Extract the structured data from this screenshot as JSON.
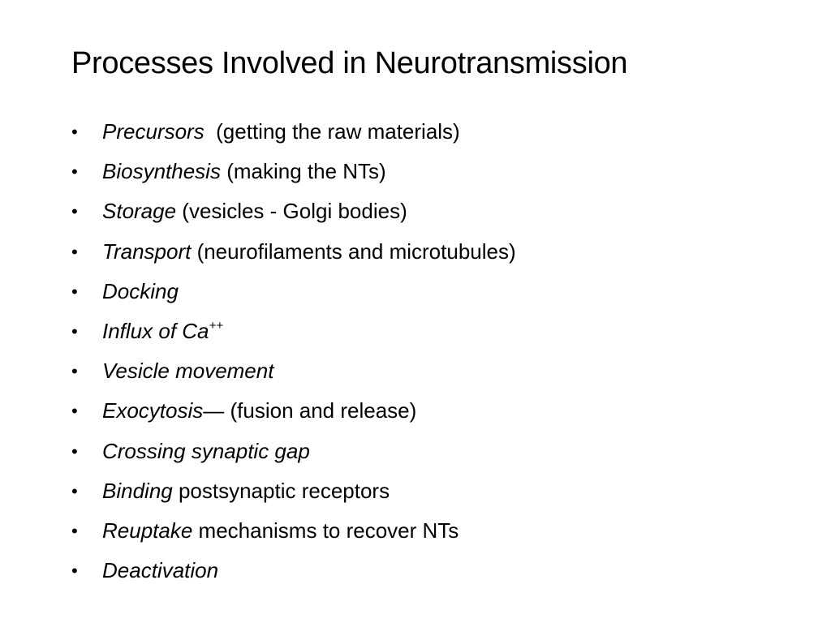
{
  "slide": {
    "title": "Processes Involved in Neurotransmission",
    "bullet_symbol": "•",
    "items": [
      {
        "term": "Precursors",
        "rest": "  (getting the raw materials)"
      },
      {
        "term": "Biosynthesis",
        "rest": " (making the NTs)"
      },
      {
        "term": "Storage",
        "rest": " (vesicles - Golgi bodies)"
      },
      {
        "term": "Transport",
        "rest": " (neurofilaments and microtubules)"
      },
      {
        "term": "Docking",
        "rest": ""
      },
      {
        "term": "Influx of Ca",
        "sup": "++",
        "rest": ""
      },
      {
        "term": "Vesicle movement",
        "rest": ""
      },
      {
        "term": "Exocytosis",
        "rest": "— (fusion and release)"
      },
      {
        "term": "Crossing synaptic gap",
        "rest": ""
      },
      {
        "term": "Binding",
        "rest": " postsynaptic receptors"
      },
      {
        "term": "Reuptake",
        "rest": " mechanisms to recover NTs"
      },
      {
        "term": "Deactivation",
        "rest": ""
      }
    ]
  }
}
